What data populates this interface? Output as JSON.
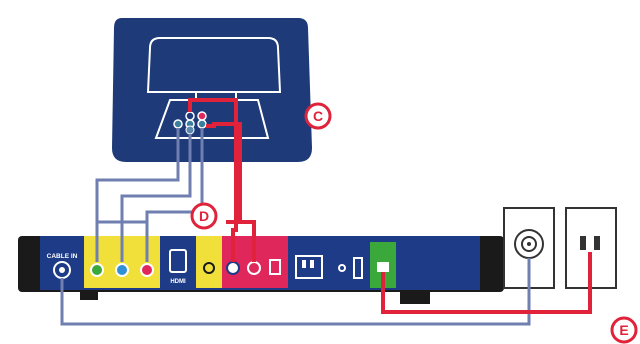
{
  "labels": {
    "cable_in": "CABLE IN",
    "hdmi": "HDMI",
    "step_c": "C",
    "step_d": "D",
    "step_e": "E"
  },
  "colors": {
    "navy": "#1f3a78",
    "panel_navy": "#1d3b86",
    "yellow": "#f2e03a",
    "magenta": "#e0275b",
    "green": "#3aa83b",
    "cable_red": "#e0233a",
    "cable_gray": "#6f7fb0",
    "box_black": "#1a1a1a",
    "wall_plate": "#ffffff"
  },
  "icons": {
    "component_green": "green-jack-icon",
    "component_blue": "blue-jack-icon",
    "component_red": "red-jack-icon",
    "coax": "coax-jack-icon",
    "hdmi": "hdmi-port-icon",
    "optical": "optical-port-icon",
    "ethernet": "ethernet-port-icon",
    "phone": "phone-port-icon",
    "outlet": "power-outlet-icon"
  }
}
